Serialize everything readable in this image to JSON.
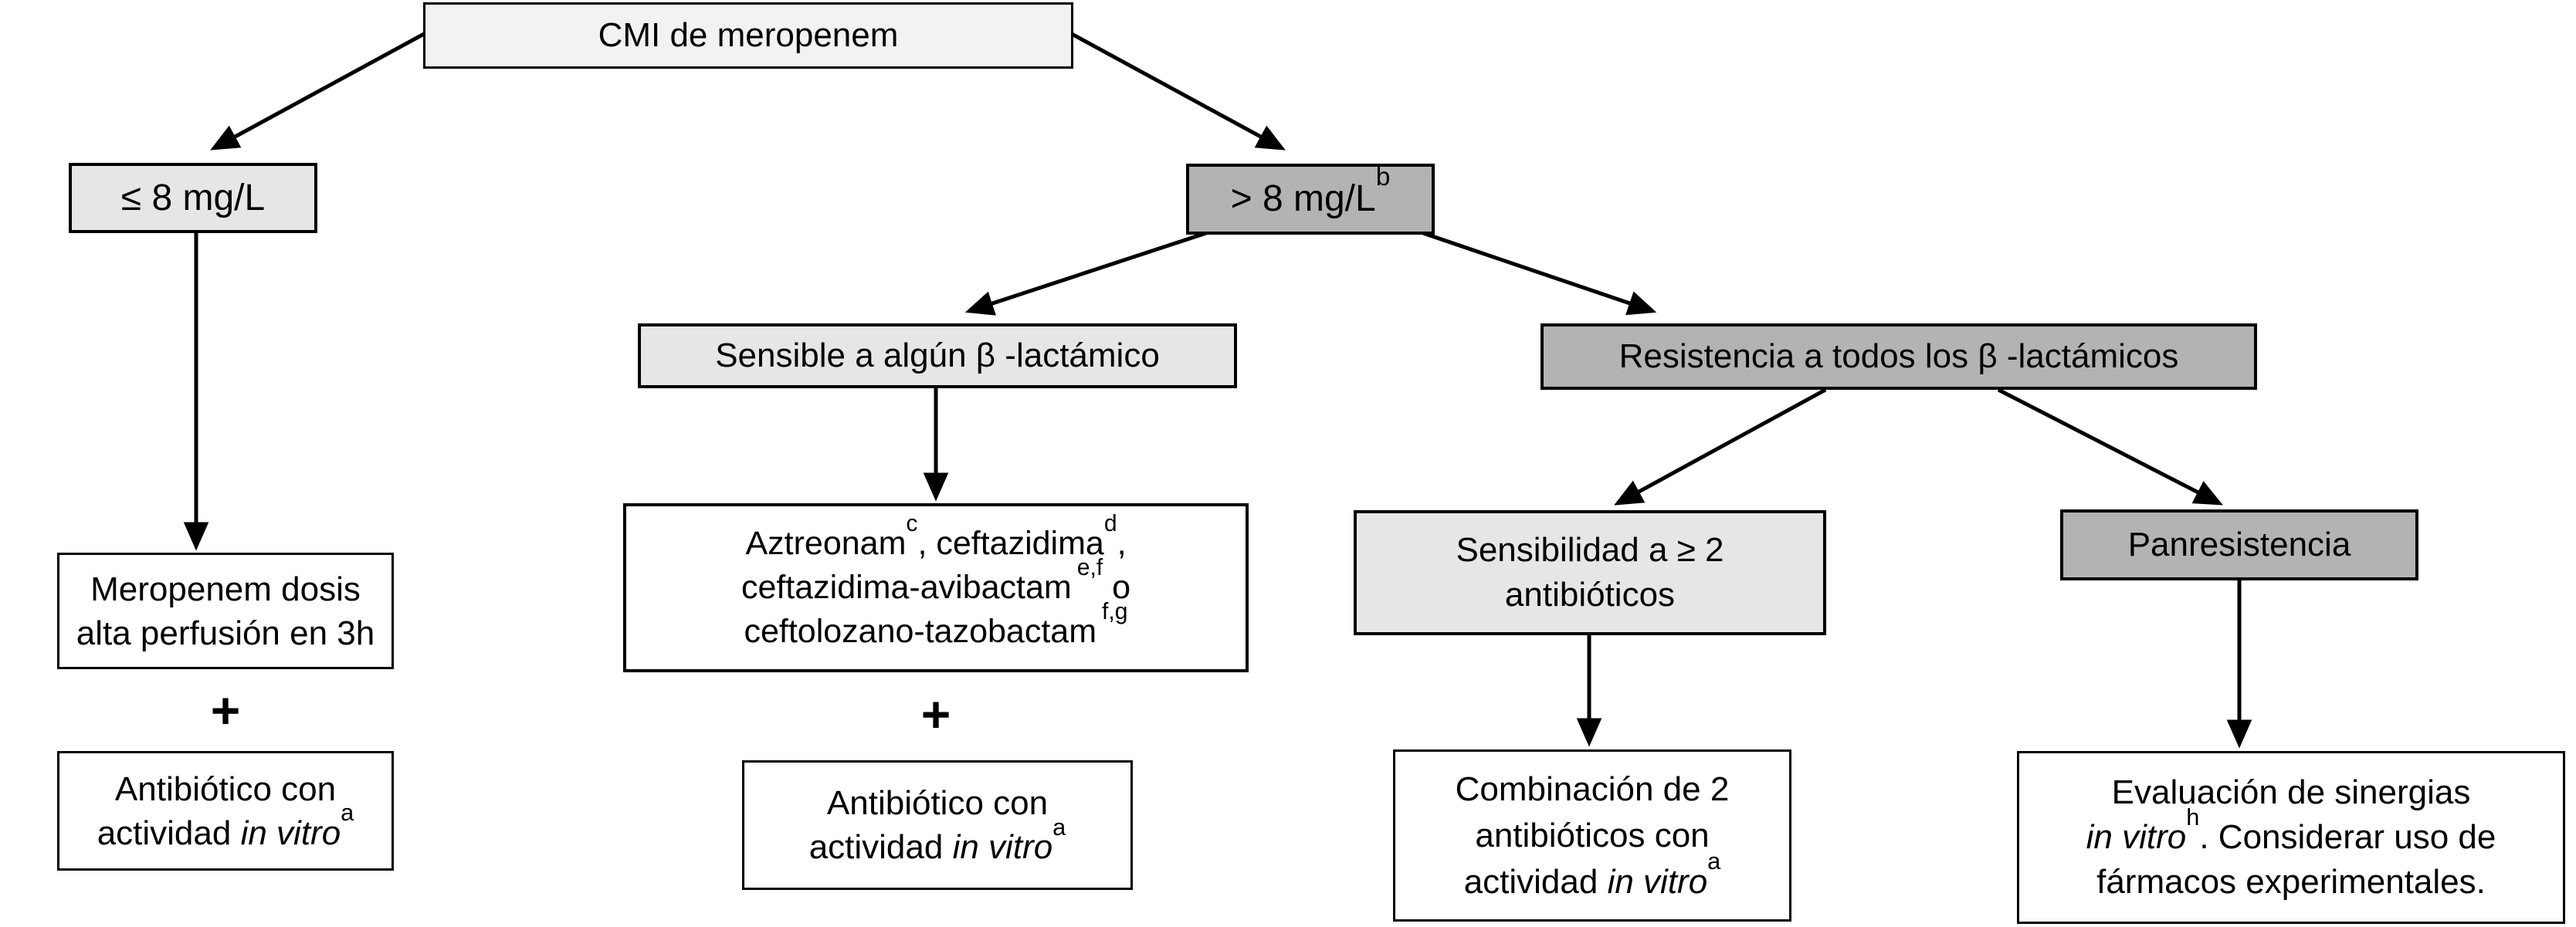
{
  "diagram": {
    "colors": {
      "background": "#ffffff",
      "top_box_fill": "#f2f2f2",
      "light_box_fill": "#e6e6e6",
      "dark_box_fill": "#b3b3b3",
      "white_box_fill": "#ffffff",
      "border": "#000000",
      "arrow": "#000000"
    },
    "nodes": {
      "root": {
        "label": "CMI de meropenem"
      },
      "mic_low": {
        "label": "≤ 8 mg/L"
      },
      "mic_high": {
        "label": "> 8 mg/L",
        "sup": "b"
      },
      "sensible": {
        "label": "Sensible a algún β -lactámico"
      },
      "resistencia": {
        "label": "Resistencia a todos los β -lactámicos"
      },
      "aztreonam": {
        "l1_t1": "Aztreonam",
        "l1_s1": "c",
        "l1_t2": ", ceftazidima",
        "l1_s2": "d",
        "l1_t3": ",",
        "l2_t1": "ceftazidima-avibactam",
        "l2_s1": "e,f",
        "l2_t2": " o",
        "l3_t1": "ceftolozano-tazobactam",
        "l3_s1": "f,g"
      },
      "sensibilidad": {
        "line1": "Sensibilidad a ≥ 2",
        "line2": "antibióticos"
      },
      "panresistencia": {
        "label": "Panresistencia"
      },
      "meropenem_dose": {
        "line1": "Meropenem dosis",
        "line2": "alta perfusión en 3h"
      },
      "plus_left": {
        "label": "+"
      },
      "antibiotico_left": {
        "line1": "Antibiótico con",
        "l2_t1": "actividad ",
        "l2_it": "in vitro",
        "l2_s1": "a"
      },
      "plus_mid": {
        "label": "+"
      },
      "antibiotico_mid": {
        "line1": "Antibiótico con",
        "l2_t1": "actividad ",
        "l2_it": "in vitro",
        "l2_s1": "a"
      },
      "combinacion": {
        "line1": "Combinación de 2",
        "line2": "antibióticos con",
        "l3_t1": "actividad ",
        "l3_it": "in vitro",
        "l3_s1": "a"
      },
      "evaluacion": {
        "line1": "Evaluación de sinergias",
        "l2_it": "in vitro",
        "l2_s1": "h",
        "l2_t2": ". Considerar uso de",
        "line3": "fármacos experimentales."
      }
    }
  }
}
